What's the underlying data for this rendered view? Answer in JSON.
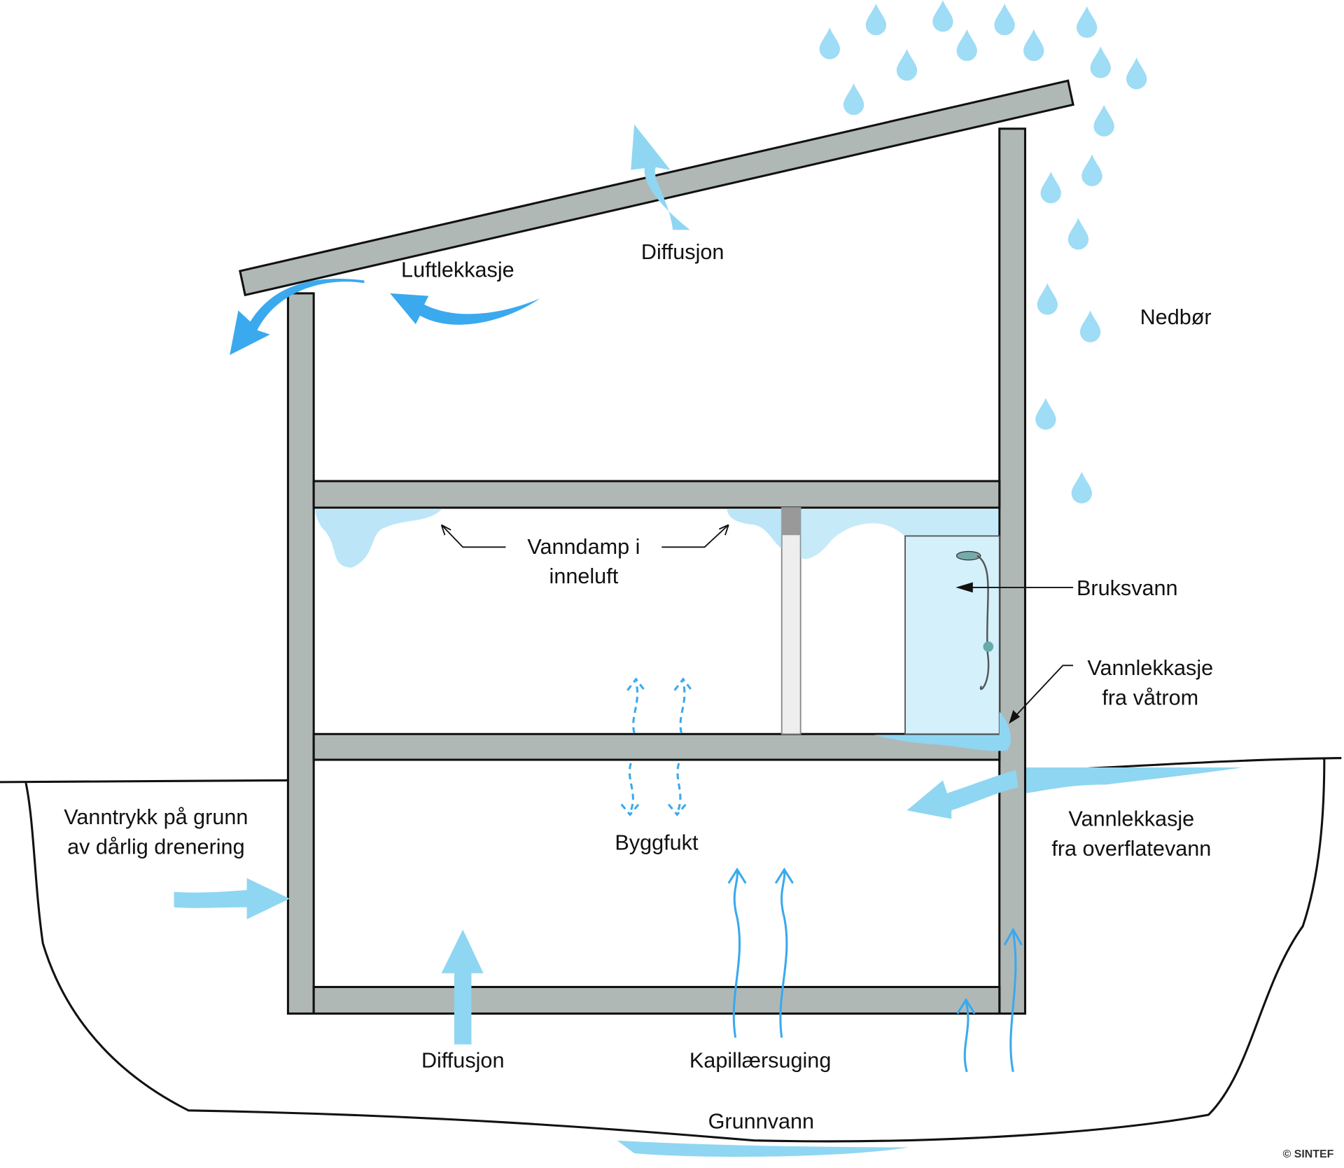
{
  "labels": {
    "diffusjon_roof": "Diffusjon",
    "luftlekkasje": "Luftlekkasje",
    "nedbor": "Nedbør",
    "vanndamp_line1": "Vanndamp i",
    "vanndamp_line2": "inneluft",
    "bruksvann": "Bruksvann",
    "vannlekkasje_vatrom_line1": "Vannlekkasje",
    "vannlekkasje_vatrom_line2": "fra våtrom",
    "vanntrykk_line1": "Vanntrykk på grunn",
    "vanntrykk_line2": "av dårlig drenering",
    "byggfukt": "Byggfukt",
    "vannlekkasje_overflate_line1": "Vannlekkasje",
    "vannlekkasje_overflate_line2": "fra overflatevann",
    "diffusjon_ground": "Diffusjon",
    "kapillaersuging": "Kapillærsuging",
    "grunnvann": "Grunnvann"
  },
  "copyright": "© SINTEF",
  "colors": {
    "wall": "#b0b8b6",
    "water": "#8fd6f2",
    "arrow": "#3aa9ee"
  }
}
